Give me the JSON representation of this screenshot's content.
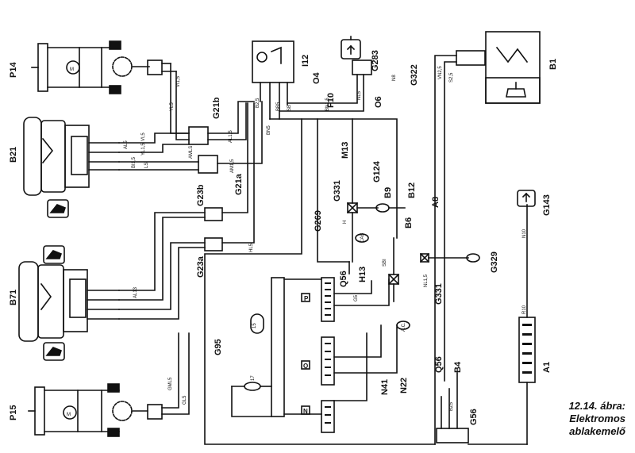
{
  "caption": {
    "line1": "12.14. ábra:",
    "line2": "Elektromos",
    "line3": "ablakemelő"
  },
  "components": {
    "p14": "P14",
    "b21": "B21",
    "b71": "B71",
    "p15": "P15",
    "i12": "I12",
    "g283": "G283",
    "b1": "B1",
    "g322": "G322",
    "o4": "O4",
    "f10": "F10",
    "o6": "O6",
    "g21b": "G21b",
    "g21a": "G21a",
    "g23b": "G23b",
    "g23a": "G23a",
    "m13": "M13",
    "g124": "G124",
    "g331_top": "G331",
    "b9": "B9",
    "b12": "B12",
    "g269": "G269",
    "b6": "B6",
    "a8": "A8",
    "q56_mid": "Q56",
    "h13": "H13",
    "g331_bottom": "G331",
    "g329": "G329",
    "g143": "G143",
    "g95": "G95",
    "n41": "N41",
    "n22": "N22",
    "q56_bottom": "Q56",
    "b4": "B4",
    "g56": "G56",
    "a1": "A1"
  },
  "connector_letters": {
    "p": "P",
    "q": "Q",
    "n": "N"
  },
  "fuse_labels": {
    "f15": "15",
    "f17": "17"
  },
  "wire_labels": {
    "vi15": "VI1,5",
    "yl5": "YL5",
    "vi_5": "VI,5",
    "yl15": "YL1,5",
    "al5": "AL5",
    "amls": "AMLS",
    "bi15": "BI1,5",
    "ls": "LS",
    "al15": "AL1,5",
    "am15": "AM1,5",
    "al13": "AL13",
    "gml5": "GML5",
    "gl5": "GL5",
    "b25": "B2,5",
    "bn5": "BN5",
    "bb5": "BB5",
    "sb": "SB",
    "h": "H",
    "bn15": "BN1,5",
    "nl5": "NL5",
    "hl5": "HL5",
    "n8": "N8",
    "vn25": "VN2,5",
    "s25": "S2,5",
    "sbi": "SBI",
    "nl15": "NL1,5",
    "r10": "R10",
    "n10": "N10",
    "bz5": "BZ5",
    "cab": "CAB",
    "ac": "A.C.",
    "g5": "G5"
  },
  "icons": [
    "window-switch-icon",
    "window-switch-icon",
    "window-switch-icon",
    "seat-icon",
    "ground-icon",
    "ground-icon",
    "motor-icon",
    "motor-icon"
  ]
}
